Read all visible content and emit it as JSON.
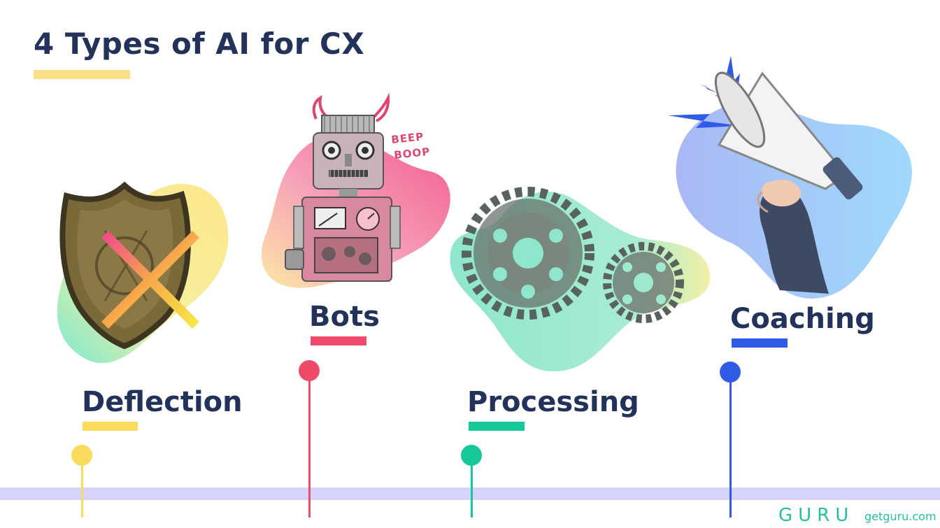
{
  "slide": {
    "title": "4 Types of AI for CX",
    "accent_color": "#fbe08a"
  },
  "types": [
    {
      "label": "Deflection",
      "color": "#f9dc5c",
      "icon": "shield-crossed-icon"
    },
    {
      "label": "Bots",
      "color": "#f04a6a",
      "icon": "robot-icon"
    },
    {
      "label": "Processing",
      "color": "#16c79a",
      "icon": "gears-icon"
    },
    {
      "label": "Coaching",
      "color": "#2f5be6",
      "icon": "megaphone-icon"
    }
  ],
  "robot_caption": {
    "line1": "BEEP",
    "line2": "BOOP"
  },
  "footer": {
    "logo": "GURU",
    "site": "getguru.com"
  },
  "timeline_color": "#d6d4fb"
}
